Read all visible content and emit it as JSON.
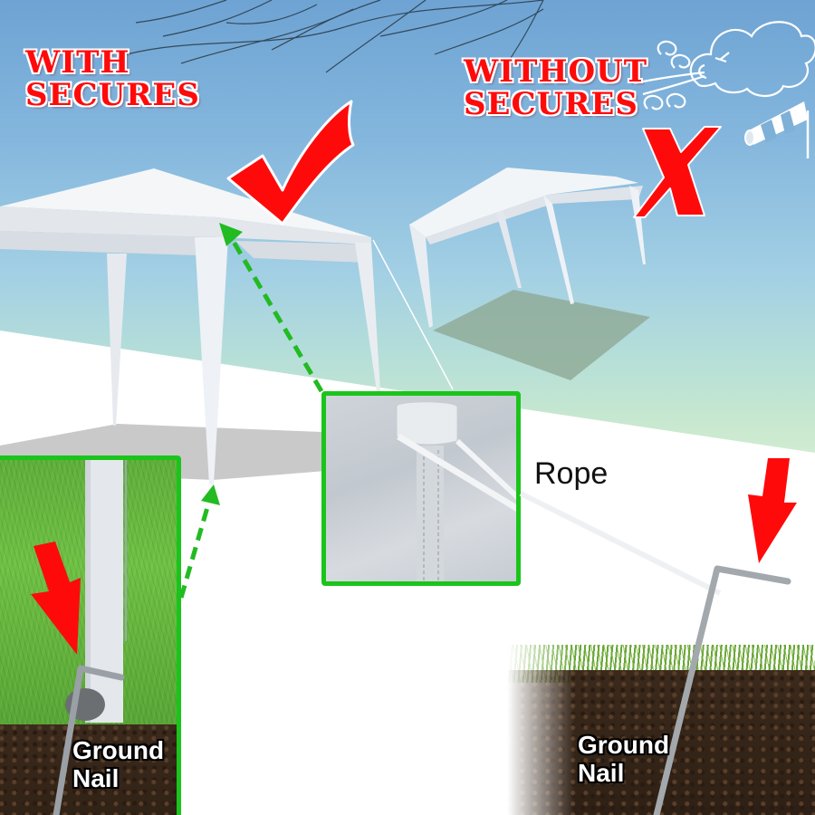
{
  "labels": {
    "with_secures": {
      "line1": "With",
      "line2": "Secures"
    },
    "without_secures": {
      "line1": "Without",
      "line2": "Secures"
    },
    "rope": "Rope",
    "ground_nail_left": {
      "line1": "Ground",
      "line2": "Nail"
    },
    "ground_nail_right": {
      "line1": "Ground",
      "line2": "Nail"
    }
  },
  "icons": {
    "check_mark": "check-mark-icon",
    "x_mark": "x-mark-icon",
    "wind_cloud": "wind-blowing-cloud-icon",
    "windsock": "windsock-icon",
    "arrow_down": "red-arrow-icon"
  },
  "colors": {
    "label_red": "#ff0a0a",
    "inset_border_green": "#1bc41b",
    "dashed_arrow_green": "#22bb22",
    "sky_top": "#6ea3d3",
    "sky_bottom": "#d6efd4"
  }
}
